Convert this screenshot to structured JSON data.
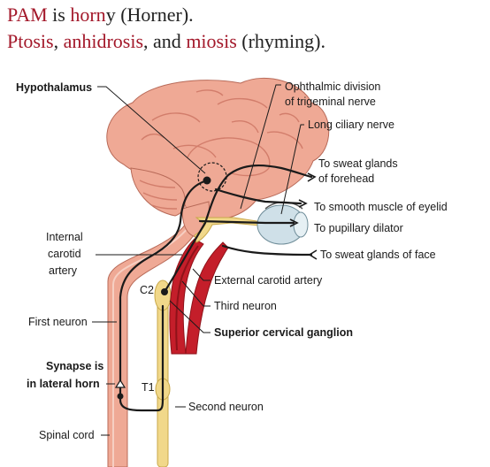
{
  "header": {
    "line1": [
      {
        "text": "PAM",
        "red": true
      },
      {
        "text": " is ",
        "red": false
      },
      {
        "text": "horn",
        "red": true
      },
      {
        "text": "y (Horner).",
        "red": false
      }
    ],
    "line2": [
      {
        "text": "Ptosis",
        "red": true
      },
      {
        "text": ", ",
        "red": false
      },
      {
        "text": "anhidrosis",
        "red": true
      },
      {
        "text": ", and ",
        "red": false
      },
      {
        "text": "miosis",
        "red": true
      },
      {
        "text": " (rhyming).",
        "red": false
      }
    ]
  },
  "labels": {
    "hypothalamus": "Hypothalamus",
    "ophthalmic_1": "Ophthalmic division",
    "ophthalmic_2": "of trigeminal nerve",
    "long_ciliary": "Long ciliary nerve",
    "sweat_forehead_1": "To sweat glands",
    "sweat_forehead_2": "of forehead",
    "smooth_muscle": "To smooth muscle of eyelid",
    "pupillary": "To pupillary dilator",
    "sweat_face": "To sweat glands of face",
    "internal_carotid_1": "Internal",
    "internal_carotid_2": "carotid",
    "internal_carotid_3": "artery",
    "external_carotid": "External carotid artery",
    "c2": "C2",
    "third_neuron": "Third neuron",
    "superior_cervical": "Superior cervical ganglion",
    "first_neuron": "First neuron",
    "synapse_1": "Synapse is",
    "synapse_2": "in lateral horn",
    "t1": "T1",
    "second_neuron": "Second neuron",
    "spinal_cord": "Spinal cord"
  },
  "colors": {
    "brain": "#efa995",
    "brain_fold": "#d27d6b",
    "artery": "#c41e2a",
    "artery_dark": "#8e1219",
    "nerve_yellow": "#f1d88a",
    "eye": "#cfe0e8",
    "title_red": "#a3182a"
  }
}
